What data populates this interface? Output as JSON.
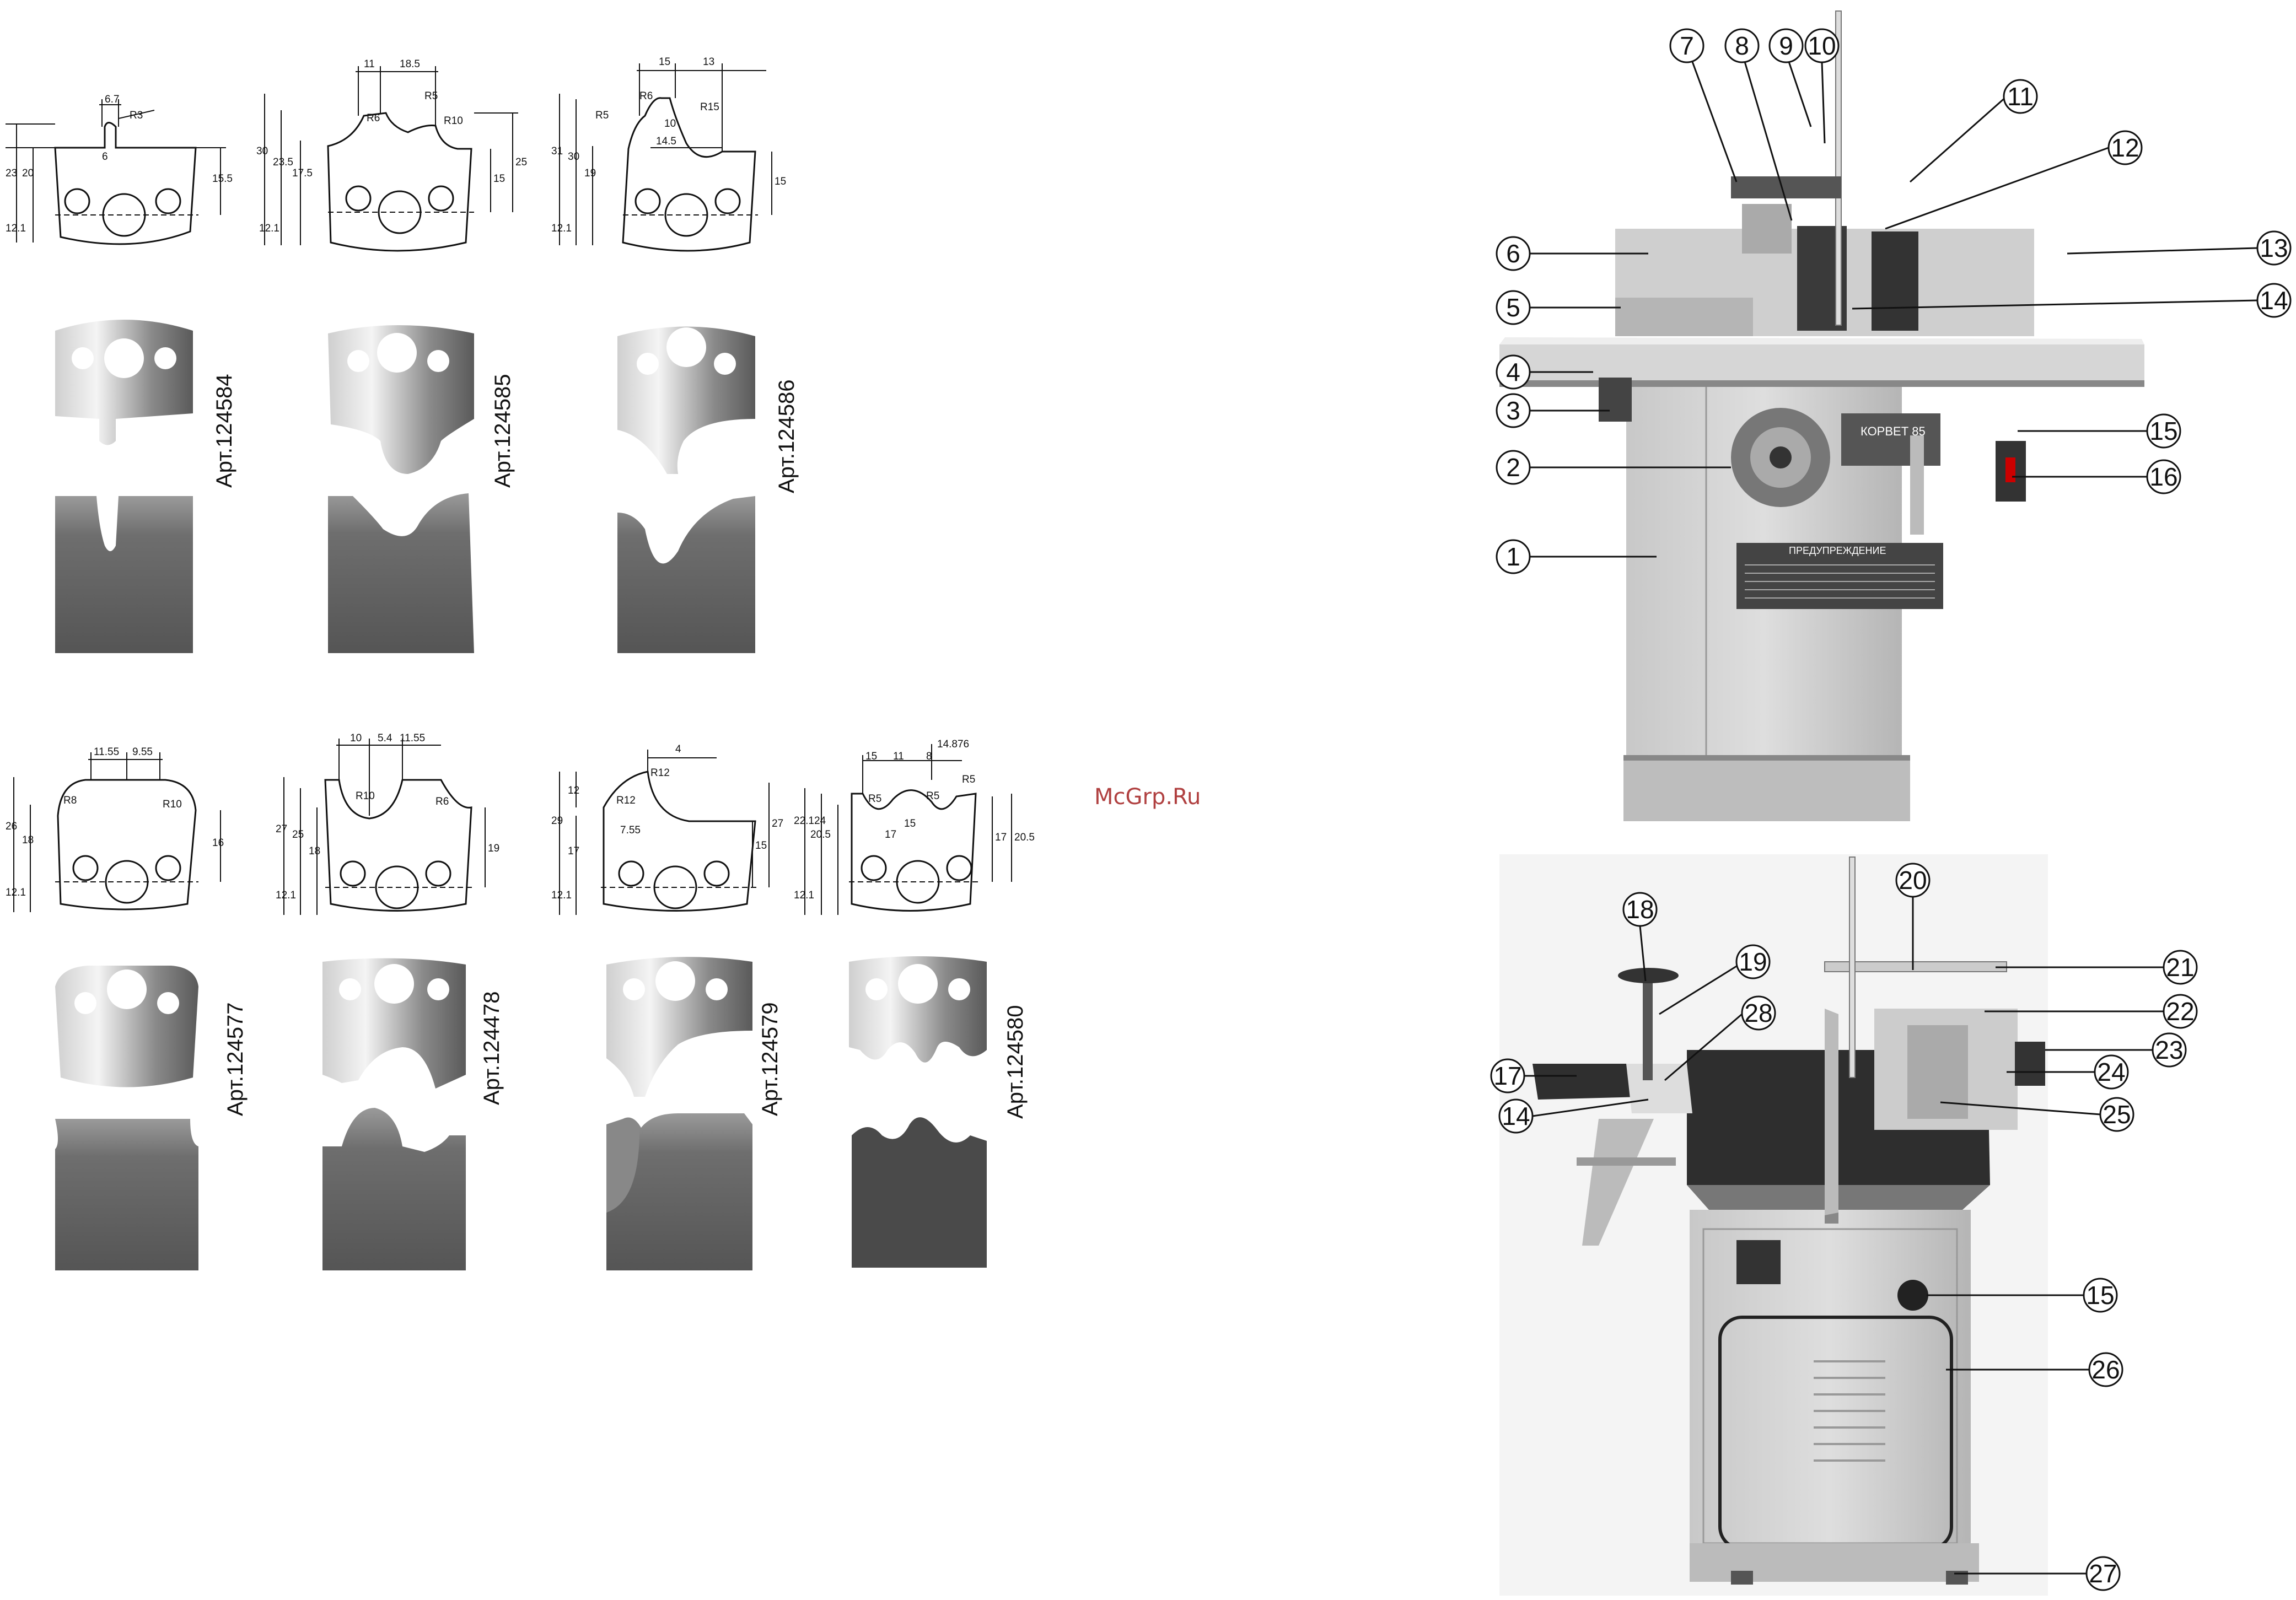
{
  "watermark": "McGrp.Ru",
  "cutters": [
    {
      "article": "Арт.124584",
      "dims": [
        "6.7",
        "R3",
        "23",
        "20",
        "15.5",
        "6",
        "12.1"
      ]
    },
    {
      "article": "Арт.124585",
      "dims": [
        "11",
        "18.5",
        "R5",
        "R6",
        "R10",
        "30",
        "23.5",
        "17.5",
        "25",
        "15",
        "12.1"
      ]
    },
    {
      "article": "Арт.124586",
      "dims": [
        "15",
        "13",
        "R6",
        "R15",
        "R5",
        "31",
        "30",
        "19",
        "14.5",
        "10",
        "15",
        "12.1"
      ]
    },
    {
      "article": "Арт.124577",
      "dims": [
        "11.55",
        "9.55",
        "R8",
        "R10",
        "26",
        "18",
        "16",
        "12.1"
      ]
    },
    {
      "article": "Арт.124478",
      "dims": [
        "10",
        "5.4",
        "11.55",
        "R10",
        "R6",
        "27",
        "25",
        "19",
        "18",
        "12.1"
      ]
    },
    {
      "article": "Арт.124579",
      "dims": [
        "4",
        "R12",
        "R12",
        "29",
        "12",
        "17",
        "7.55",
        "27",
        "15",
        "12.1"
      ]
    },
    {
      "article": "Арт.124580",
      "dims": [
        "15",
        "11",
        "8",
        "14.876",
        "R5",
        "R5",
        "R5",
        "22.124",
        "20.5",
        "17",
        "15",
        "17",
        "20.5",
        "12.1"
      ]
    }
  ],
  "machine_brand": "КОРВЕТ 85",
  "warning_title": "ПРЕДУПРЕЖДЕНИЕ",
  "callouts_top": [
    "1",
    "2",
    "3",
    "4",
    "5",
    "6",
    "7",
    "8",
    "9",
    "10",
    "11",
    "12",
    "13",
    "14",
    "15",
    "16"
  ],
  "callouts_bottom": [
    "14",
    "15",
    "17",
    "18",
    "19",
    "20",
    "21",
    "22",
    "23",
    "24",
    "25",
    "26",
    "27",
    "28"
  ]
}
